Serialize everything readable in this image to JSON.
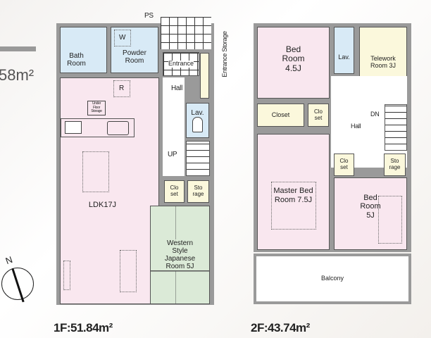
{
  "partial_area": "58m²",
  "compass": {
    "label": "N",
    "icon": "compass-north-arrow-icon"
  },
  "floor1": {
    "area_label": "1F:51.84m²",
    "rooms": {
      "bath": "Bath Room",
      "powder": "Powder Room",
      "ps": "PS",
      "w": "W",
      "entrance": "Entrance",
      "entrance_storage": "Entrance Storage",
      "hall": "Hall",
      "lav": "Lav.",
      "r": "R",
      "under_floor": "Under Floor Storage",
      "up": "UP",
      "ldk": "LDK17J",
      "closet": "Clo set",
      "storage": "Sto rage",
      "japanese": "Western Style Japanese Room 5J"
    }
  },
  "floor2": {
    "area_label": "2F:43.74m²",
    "rooms": {
      "bed1": "Bed Room 4.5J",
      "lav": "Lav.",
      "telework": "Telework Room 3J",
      "closet_large": "Closet",
      "closet1": "Clo set",
      "dn": "DN",
      "hall": "Hall",
      "closet2": "Clo set",
      "storage": "Sto rage",
      "master": "Master Bed Room 7.5J",
      "bed2": "Bed Room 5J",
      "balcony": "Balcony"
    }
  },
  "colors": {
    "wet_area": "#d8eaf6",
    "living": "#f9e7ef",
    "storage": "#fbf8dc",
    "japanese": "#dbead7",
    "wall": "#9a9a9a"
  }
}
